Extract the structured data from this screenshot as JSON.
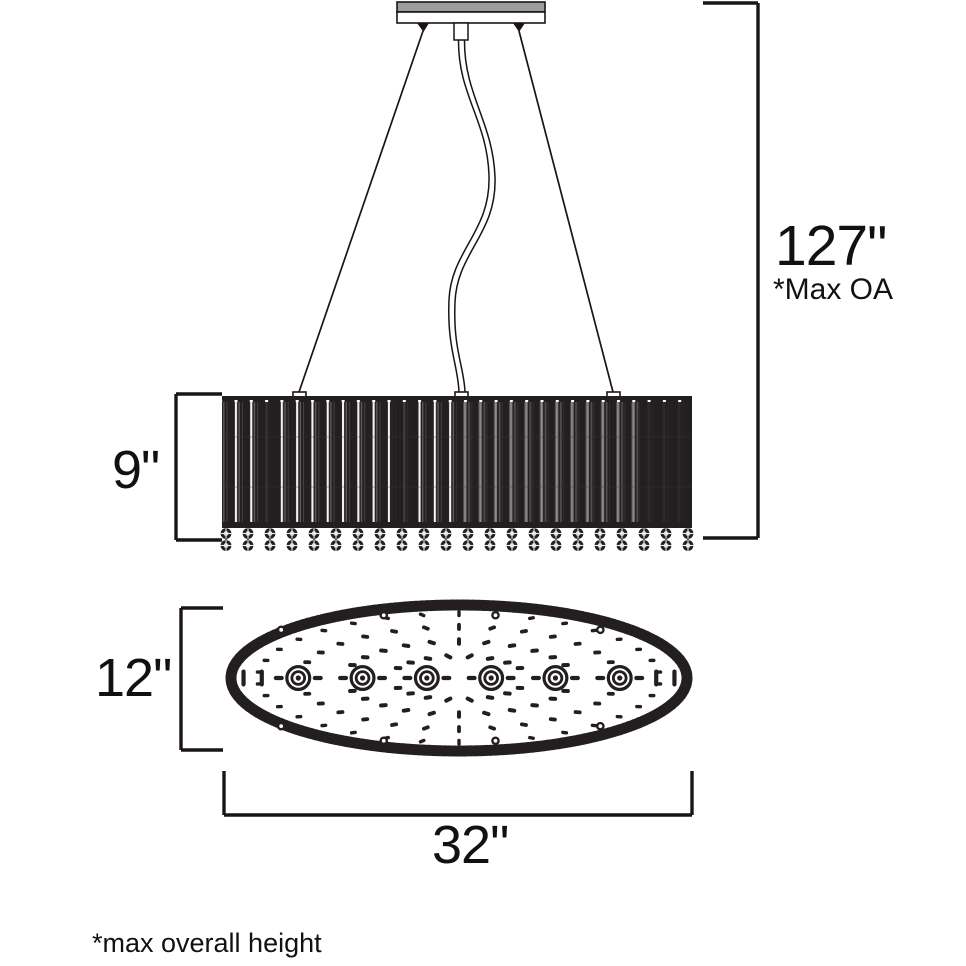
{
  "drawing": {
    "type": "product-dimension-drawing",
    "subject": "oval drum pendant chandelier with crystal bead fringe",
    "views": [
      "front elevation",
      "top plan"
    ],
    "line_color": "#1a1512",
    "shade_color": "#231f20",
    "canopy_accent": "#9c9c9c",
    "background": "#ffffff"
  },
  "dimensions": {
    "height_overall": {
      "value": "127\"",
      "note": "*Max OA",
      "orientation": "vertical",
      "applies_to": "total hanging height from canopy to bottom of shade"
    },
    "shade_height": {
      "value": "9\"",
      "orientation": "vertical",
      "applies_to": "shade body height"
    },
    "shade_depth": {
      "value": "12\"",
      "orientation": "vertical",
      "applies_to": "oval minor axis in top view"
    },
    "shade_width": {
      "value": "32\"",
      "orientation": "horizontal",
      "applies_to": "oval major axis in top view"
    }
  },
  "footnote": {
    "text": "*max overall height"
  },
  "front_view": {
    "canopy": {
      "label": "ceiling canopy plate"
    },
    "suspension": {
      "cables": 2,
      "cord": "wavy power cord"
    },
    "shade": {
      "stripes": 62,
      "bead_drops": 22,
      "beads_per_drop": 2
    }
  },
  "top_view": {
    "sockets": 6,
    "rim": "beaded oval rim"
  }
}
